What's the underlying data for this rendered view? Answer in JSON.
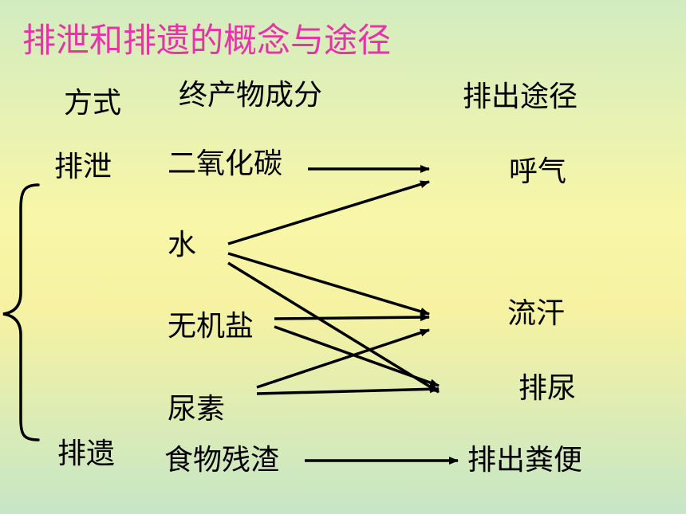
{
  "title": "排泄和排遗的概念与途径",
  "headers": {
    "method": "方式",
    "products": "终产物成分",
    "routes": "排出途径"
  },
  "methods": {
    "excretion": "排泄",
    "egestion": "排遗"
  },
  "products": {
    "co2": "二氧化碳",
    "water": "水",
    "salts": "无机盐",
    "urea": "尿素",
    "residue": "食物残渣"
  },
  "routes": {
    "breath": "呼气",
    "sweat": "流汗",
    "urine": "排尿",
    "feces": "排出粪便"
  },
  "connections": [
    {
      "from": "二氧化碳",
      "to": "呼气"
    },
    {
      "from": "水",
      "to": "呼气"
    },
    {
      "from": "水",
      "to": "流汗"
    },
    {
      "from": "水",
      "to": "排尿"
    },
    {
      "from": "无机盐",
      "to": "流汗"
    },
    {
      "from": "无机盐",
      "to": "排尿"
    },
    {
      "from": "尿素",
      "to": "流汗"
    },
    {
      "from": "尿素",
      "to": "排尿"
    },
    {
      "from": "食物残渣",
      "to": "排出粪便"
    }
  ],
  "colors": {
    "title": "#e633a8",
    "text": "#000000",
    "bg_top": "#d2ecc0",
    "bg_mid": "#f8f6a8",
    "bg_bottom": "#c6e6c6"
  }
}
